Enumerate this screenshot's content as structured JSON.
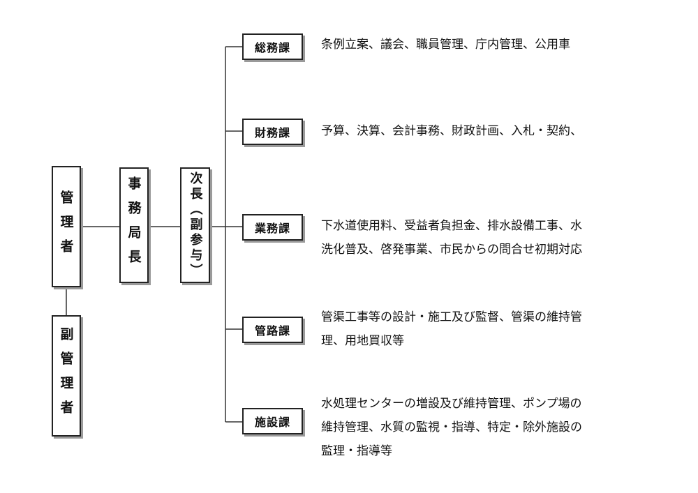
{
  "left_column": {
    "manager": "管理者",
    "deputy_manager": "副管理者",
    "director_general": "事務局長",
    "deputy_director": "次長︵副参与︶"
  },
  "sections": [
    {
      "name": "総務課",
      "duties": [
        "条例立案、議会、職員管理、庁内管理、公用車"
      ]
    },
    {
      "name": "財務課",
      "duties": [
        "予算、決算、会計事務、財政計画、入札・契約、"
      ]
    },
    {
      "name": "業務課",
      "duties": [
        "下水道使用料、受益者負担金、排水設備工事、水",
        "洗化普及、啓発事業、市民からの問合せ初期対応"
      ]
    },
    {
      "name": "管路課",
      "duties": [
        "管渠工事等の設計・施工及び監督、管渠の維持管",
        "理、用地買収等"
      ]
    },
    {
      "name": "施設課",
      "duties": [
        "水処理センターの増設及び維持管理、ポンプ場の",
        "維持管理、水質の監視・指導、特定・除外施設の",
        "監理・指導等"
      ]
    }
  ]
}
